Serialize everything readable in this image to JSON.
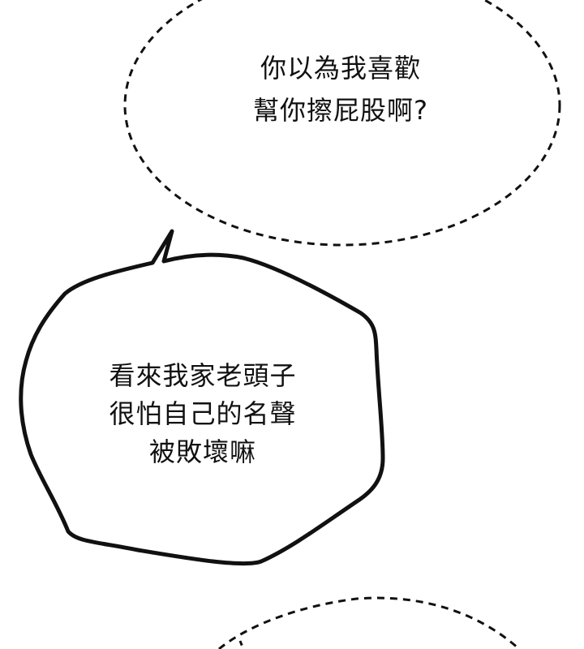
{
  "panel": {
    "background_color": "#ffffff",
    "ink_color": "#111111"
  },
  "bubbles": [
    {
      "type": "thought-dashed",
      "lines": [
        "你以為我喜歡",
        "幫你擦屁股啊?"
      ]
    },
    {
      "type": "speech-solid",
      "lines": [
        "看來我家老頭子",
        "很怕自己的名聲",
        "被敗壞嘛"
      ]
    },
    {
      "type": "thought-dashed-partial",
      "lines": []
    }
  ]
}
